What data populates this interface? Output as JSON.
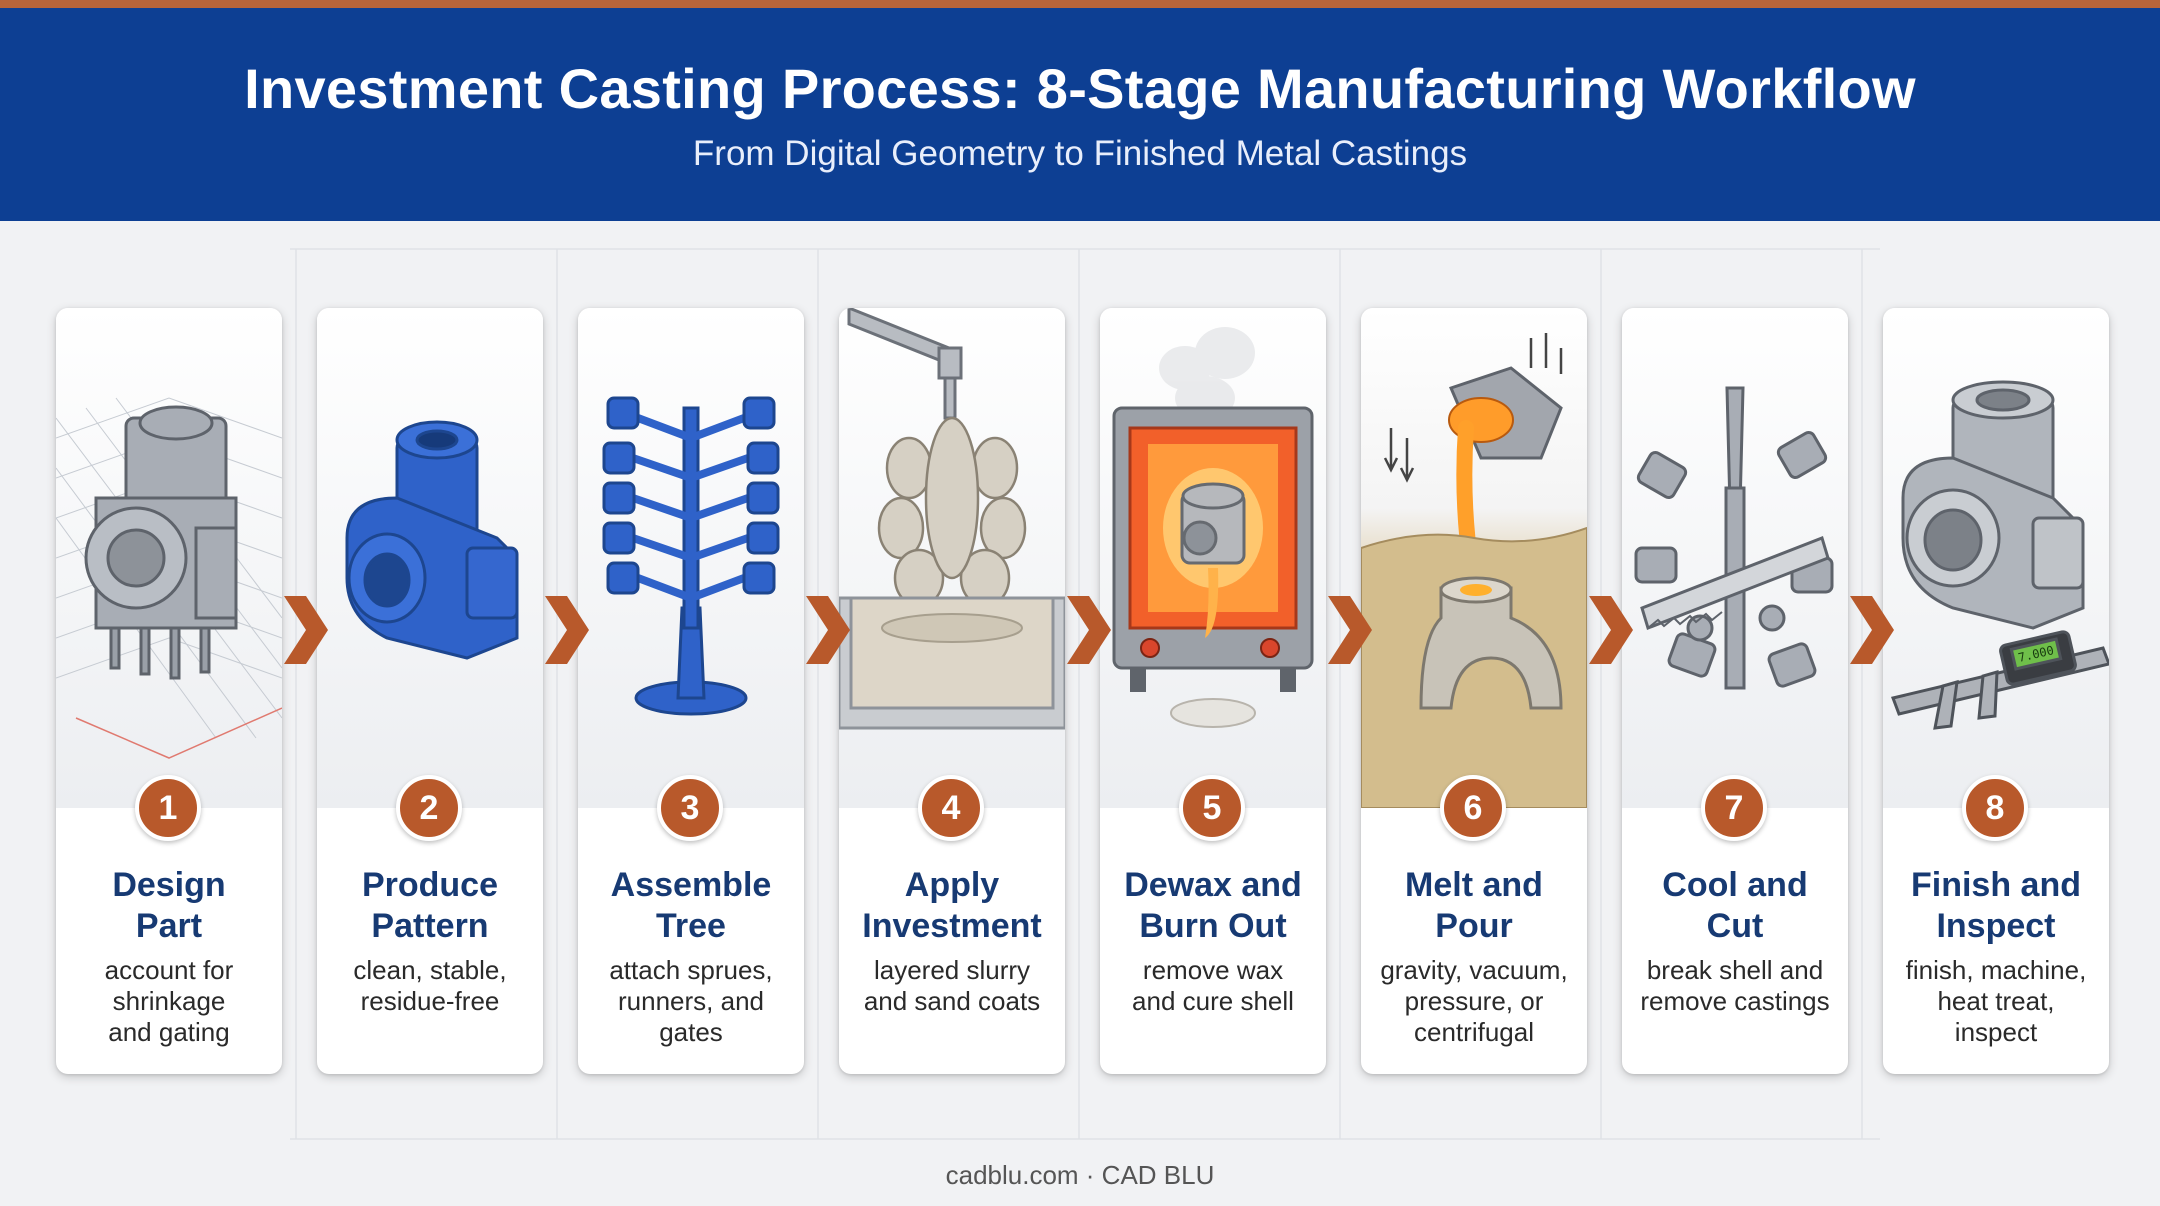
{
  "header": {
    "title": "Investment Casting Process: 8-Stage Manufacturing Workflow",
    "subtitle": "From Digital Geometry to Finished Metal Castings"
  },
  "colors": {
    "header_blue": "#0d3f93",
    "accent_orange": "#b8592b",
    "pattern_blue": "#2f62c9",
    "title_navy": "#173a73"
  },
  "stages": [
    {
      "number": "1",
      "title_line1": "Design",
      "title_line2": "Part",
      "desc_line1": "account for",
      "desc_line2": "shrinkage",
      "desc_line3": "and gating",
      "icon": "cad-part-icon"
    },
    {
      "number": "2",
      "title_line1": "Produce",
      "title_line2": "Pattern",
      "desc_line1": "clean, stable,",
      "desc_line2": "residue-free",
      "desc_line3": "",
      "icon": "wax-pattern-icon"
    },
    {
      "number": "3",
      "title_line1": "Assemble",
      "title_line2": "Tree",
      "desc_line1": "attach sprues,",
      "desc_line2": "runners, and",
      "desc_line3": "gates",
      "icon": "wax-tree-icon"
    },
    {
      "number": "4",
      "title_line1": "Apply",
      "title_line2": "Investment",
      "desc_line1": "layered slurry",
      "desc_line2": "and sand coats",
      "desc_line3": "",
      "icon": "slurry-dip-icon"
    },
    {
      "number": "5",
      "title_line1": "Dewax and",
      "title_line2": "Burn Out",
      "desc_line1": "remove wax",
      "desc_line2": "and cure shell",
      "desc_line3": "",
      "icon": "furnace-icon"
    },
    {
      "number": "6",
      "title_line1": "Melt and",
      "title_line2": "Pour",
      "desc_line1": "gravity, vacuum,",
      "desc_line2": "pressure, or",
      "desc_line3": "centrifugal",
      "icon": "pour-ladle-icon"
    },
    {
      "number": "7",
      "title_line1": "Cool and",
      "title_line2": "Cut",
      "desc_line1": "break shell and",
      "desc_line2": "remove castings",
      "desc_line3": "",
      "icon": "cut-saw-icon"
    },
    {
      "number": "8",
      "title_line1": "Finish and",
      "title_line2": "Inspect",
      "desc_line1": "finish, machine,",
      "desc_line2": "heat treat,",
      "desc_line3": "inspect",
      "icon": "caliper-icon"
    }
  ],
  "caliper_display": "7.000",
  "footer": {
    "text": "cadblu.com · CAD BLU"
  }
}
